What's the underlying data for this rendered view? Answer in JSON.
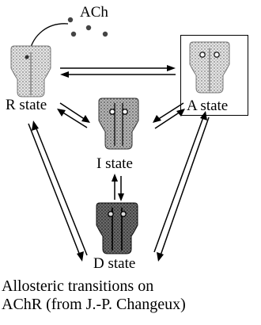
{
  "ligand_label": "ACh",
  "states": {
    "R": "R state",
    "A": "A state",
    "I": "I state",
    "D": "D state"
  },
  "caption": {
    "line1": "Allosteric transitions on",
    "line2": "AChR (from J.-P. Changeux)"
  }
}
